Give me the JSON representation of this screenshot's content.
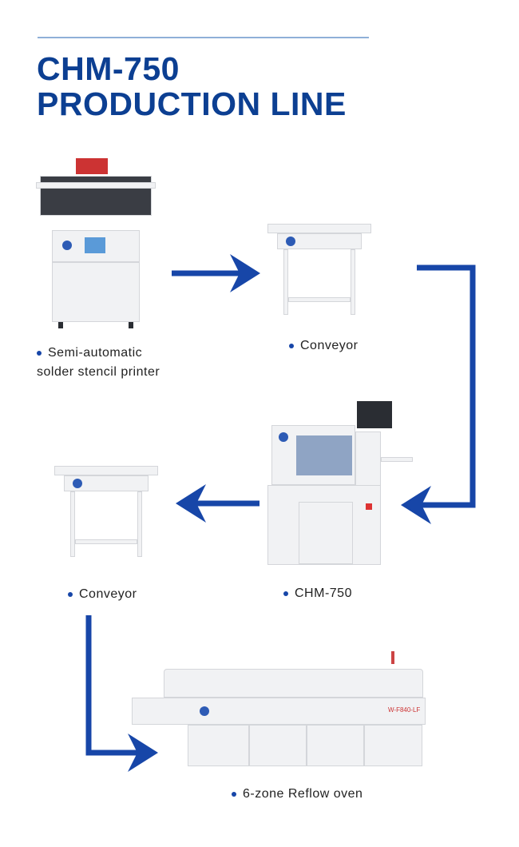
{
  "header": {
    "title_line1": "CHM-750",
    "title_line2": "PRODUCTION LINE"
  },
  "machines": [
    {
      "id": "printer",
      "label_line1": "Semi-automatic",
      "label_line2": "solder stencil printer"
    },
    {
      "id": "conveyor-1",
      "label": "Conveyor"
    },
    {
      "id": "chm-750",
      "label": "CHM-750"
    },
    {
      "id": "conveyor-2",
      "label": "Conveyor"
    },
    {
      "id": "reflow-oven",
      "label": "6-zone Reflow oven",
      "model_marking": "W-F840-LF"
    }
  ],
  "colors": {
    "accent": "#1746a8",
    "title": "#0c3f92",
    "rule": "#8fb0d8"
  }
}
